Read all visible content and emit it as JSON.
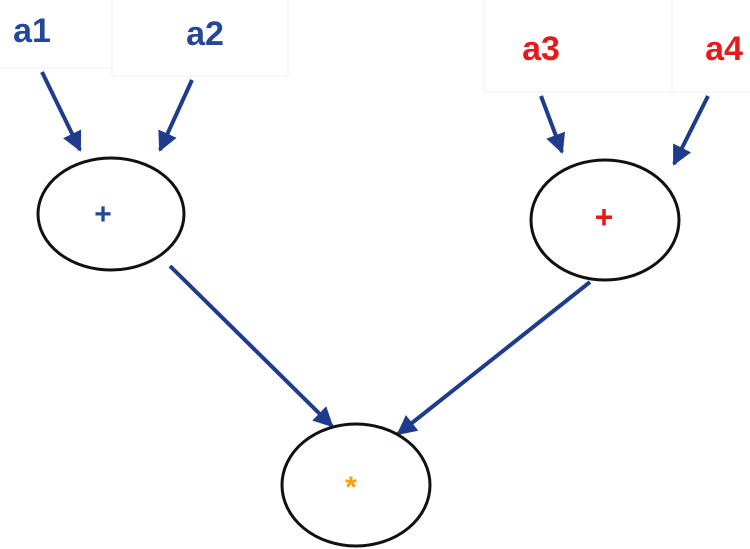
{
  "diagram": {
    "inputs": [
      {
        "id": "a1",
        "label": "a1",
        "color": "#24479a"
      },
      {
        "id": "a2",
        "label": "a2",
        "color": "#24479a"
      },
      {
        "id": "a3",
        "label": "a3",
        "color": "#e31b1b"
      },
      {
        "id": "a4",
        "label": "a4",
        "color": "#e31b1b"
      }
    ],
    "operations": [
      {
        "id": "add-left",
        "symbol": "+",
        "color": "#24479a"
      },
      {
        "id": "add-right",
        "symbol": "+",
        "color": "#e31b1b"
      },
      {
        "id": "multiply",
        "symbol": "*",
        "color": "#f5a000"
      }
    ],
    "edges": [
      {
        "from": "a1",
        "to": "add-left"
      },
      {
        "from": "a2",
        "to": "add-left"
      },
      {
        "from": "a3",
        "to": "add-right"
      },
      {
        "from": "a4",
        "to": "add-right"
      },
      {
        "from": "add-left",
        "to": "multiply"
      },
      {
        "from": "add-right",
        "to": "multiply"
      }
    ],
    "edge_color": "#1f3c8c",
    "node_stroke_color": "#111111"
  }
}
